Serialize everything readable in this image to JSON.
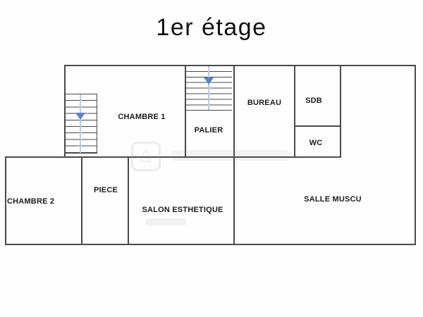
{
  "title": "1er étage",
  "plan": {
    "rooms": {
      "chambre1": {
        "label": "CHAMBRE 1"
      },
      "palier": {
        "label": "PALIER"
      },
      "bureau": {
        "label": "BUREAU"
      },
      "sdb": {
        "label": "SDB"
      },
      "wc": {
        "label": "WC"
      },
      "chambre2": {
        "label": "CHAMBRE 2"
      },
      "piece": {
        "label": "PIECE"
      },
      "salon_esthetique": {
        "label": "SALON ESTHETIQUE"
      },
      "salle_muscu": {
        "label": "SALLE MUSCU"
      }
    },
    "stairs": [
      {
        "id": "stair-chambre1",
        "direction": "down",
        "icon": "arrow-down-icon"
      },
      {
        "id": "stair-palier",
        "direction": "down",
        "icon": "arrow-down-icon"
      }
    ]
  },
  "watermark": {
    "icon": "house-icon"
  },
  "colors": {
    "wall": "#4a4a4a",
    "text": "#1c1c1c",
    "stair_line": "#b9cde4",
    "stair_arrow": "#5c82c5"
  }
}
